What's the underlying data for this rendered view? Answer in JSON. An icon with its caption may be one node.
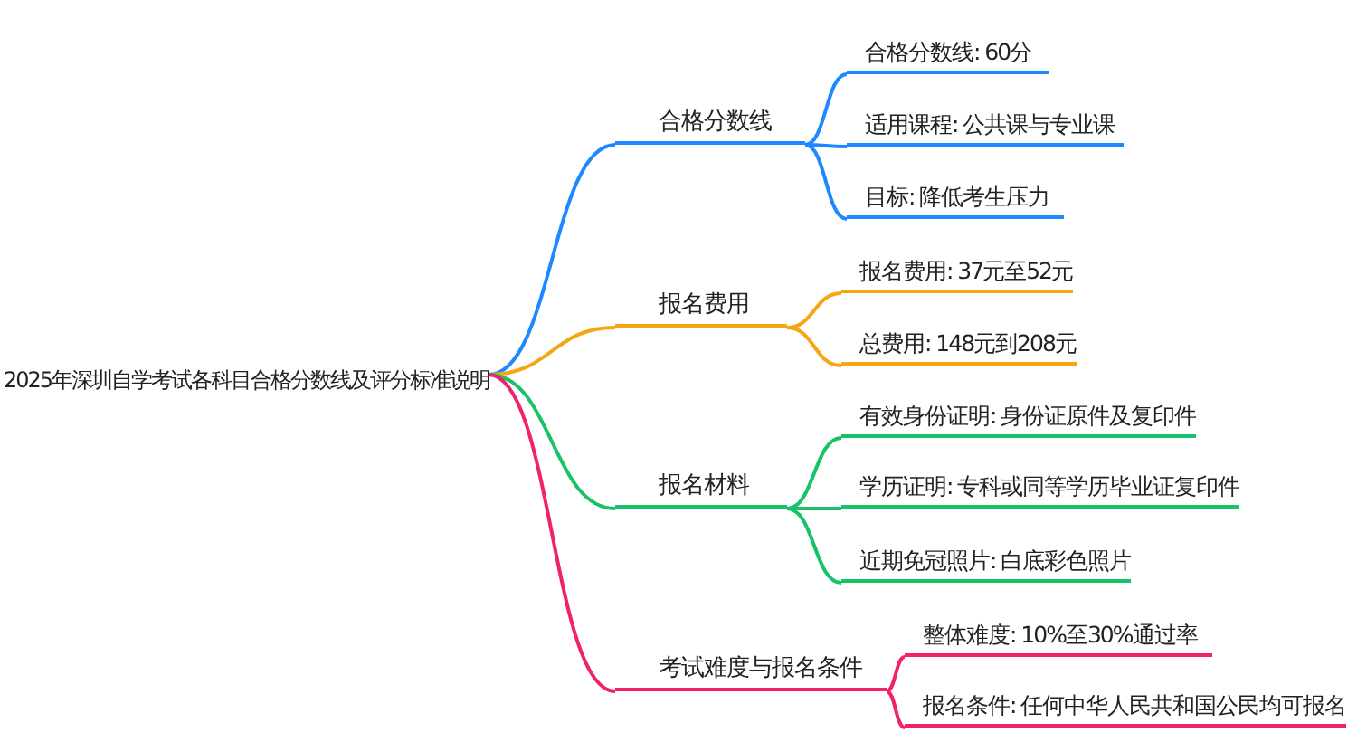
{
  "diagram": {
    "nodes": [
      {
        "text": [
          "2025年深圳自学考试各科目合格分数线及评分标准说明"
        ]
      },
      {
        "text": [
          "合格分数线"
        ]
      },
      {
        "text": [
          "合格分数线: 60分"
        ]
      },
      {
        "text": [
          "适用课程: 公共课与专业课"
        ]
      },
      {
        "text": [
          "目标: 降低考生压力"
        ]
      },
      {
        "text": [
          "报名费用"
        ]
      },
      {
        "text": [
          "报名费用: 37元至52元"
        ]
      },
      {
        "text": [
          "总费用: 148元到208元"
        ]
      },
      {
        "text": [
          "报名材料"
        ]
      },
      {
        "text": [
          "有效身份证明: 身份证原件及复印件"
        ]
      },
      {
        "text": [
          "学历证明: 专科或同等学历毕业证复印件"
        ]
      },
      {
        "text": [
          "近期免冠照片: 白底彩色照片"
        ]
      },
      {
        "text": [
          "考试难度与报名条件"
        ]
      },
      {
        "text": [
          "整体难度: 10%至30%通过率"
        ]
      },
      {
        "text": [
          "报名条件: 任何中华人民共和国公民均可报名"
        ]
      }
    ],
    "edges": [
      {
        "from": 0,
        "to": 1,
        "arrow": "none",
        "color": "#1e88ff"
      },
      {
        "from": 1,
        "to": 2,
        "arrow": "none",
        "color": "#1e88ff"
      },
      {
        "from": 1,
        "to": 3,
        "arrow": "none",
        "color": "#1e88ff"
      },
      {
        "from": 1,
        "to": 4,
        "arrow": "none",
        "color": "#1e88ff"
      },
      {
        "from": 0,
        "to": 5,
        "arrow": "none",
        "color": "#f5a614"
      },
      {
        "from": 5,
        "to": 6,
        "arrow": "none",
        "color": "#f5a614"
      },
      {
        "from": 5,
        "to": 7,
        "arrow": "none",
        "color": "#f5a614"
      },
      {
        "from": 0,
        "to": 8,
        "arrow": "none",
        "color": "#17c26b"
      },
      {
        "from": 8,
        "to": 9,
        "arrow": "none",
        "color": "#17c26b"
      },
      {
        "from": 8,
        "to": 10,
        "arrow": "none",
        "color": "#17c26b"
      },
      {
        "from": 8,
        "to": 11,
        "arrow": "none",
        "color": "#17c26b"
      },
      {
        "from": 0,
        "to": 12,
        "arrow": "none",
        "color": "#f0226e"
      },
      {
        "from": 12,
        "to": 13,
        "arrow": "none",
        "color": "#f0226e"
      },
      {
        "from": 12,
        "to": 14,
        "arrow": "none",
        "color": "#f0226e"
      }
    ]
  }
}
